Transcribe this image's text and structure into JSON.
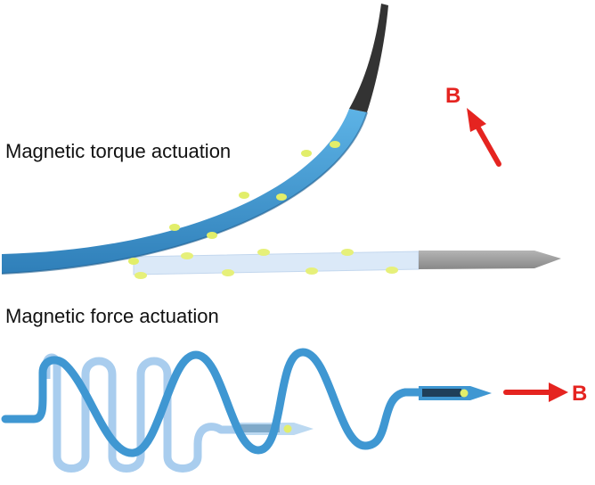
{
  "labels": {
    "torque": "Magnetic torque actuation",
    "force": "Magnetic force actuation"
  },
  "field": {
    "torque_symbol": "B",
    "force_symbol": "B"
  },
  "colors": {
    "strip_blue": "#3f97d2",
    "strip_blue_dark": "#2e77ac",
    "tip_black": "#3a3a3a",
    "needle_grey": "#9a9a9a",
    "ghost_blue": "#dbe9f8",
    "particle_yellow": "#e2ee6a",
    "arrow_red": "#e52420",
    "ghost_wire": "#a9cdee"
  }
}
